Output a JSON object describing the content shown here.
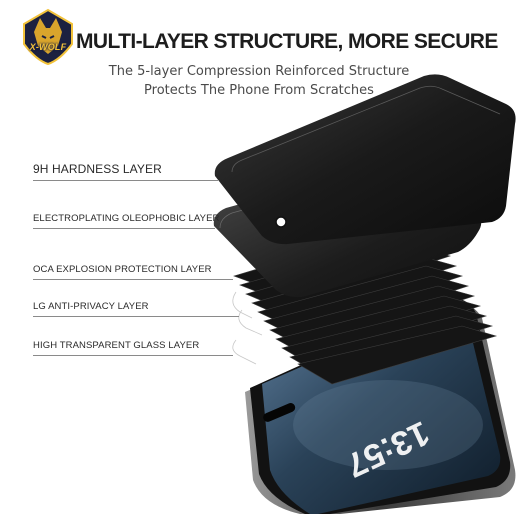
{
  "brand": {
    "logo_text": "X-WOLF"
  },
  "header": {
    "title": "MULTI-LAYER STRUCTURE, MORE SECURE",
    "subtitle_line1": "The 5-layer Compression Reinforced Structure",
    "subtitle_line2": "Protects The Phone From Scratches"
  },
  "layers": [
    {
      "label": "9H HARDNESS LAYER"
    },
    {
      "label": "ELECTROPLATING OLEOPHOBIC LAYER"
    },
    {
      "label": "OCA EXPLOSION PROTECTION LAYER"
    },
    {
      "label": "LG ANTI-PRIVACY LAYER"
    },
    {
      "label": "HIGH TRANSPARENT GLASS LAYER"
    }
  ],
  "phone": {
    "time": "13:57"
  },
  "colors": {
    "logo_gold": "#f2c23a",
    "logo_navy": "#1c2140",
    "glass_dark": "#1e1e1e"
  }
}
